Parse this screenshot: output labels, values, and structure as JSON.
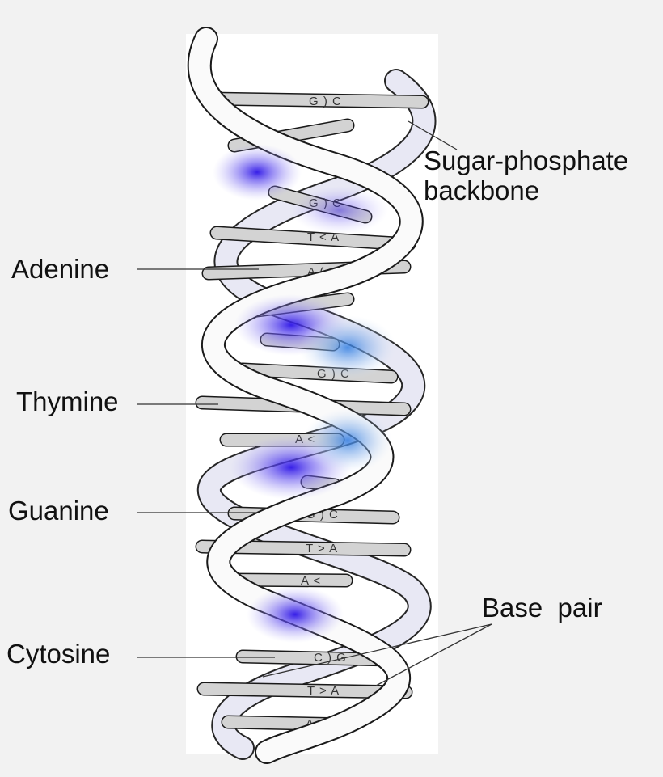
{
  "labels": {
    "backbone_line1": "Sugar-phosphate",
    "backbone_line2": "backbone",
    "adenine": "Adenine",
    "thymine": "Thymine",
    "guanine": "Guanine",
    "cytosine": "Cytosine",
    "base_pair": "Base  pair"
  },
  "base_pairs": [
    "G ) C",
    "",
    "G ) C",
    "T < A",
    "A ( T",
    "",
    "",
    "G ) C",
    "T > A",
    "A <",
    "",
    "G ) C",
    "T > A",
    "A <",
    "",
    "C ) G",
    "T > A",
    "A < T"
  ],
  "colors": {
    "background": "#f2f2f2",
    "panel": "#ffffff",
    "rung": "#d3d3d3",
    "outline": "#1a1a1a",
    "shade_blue": "#2a6de0",
    "shade_violet": "#3b1fe6"
  }
}
